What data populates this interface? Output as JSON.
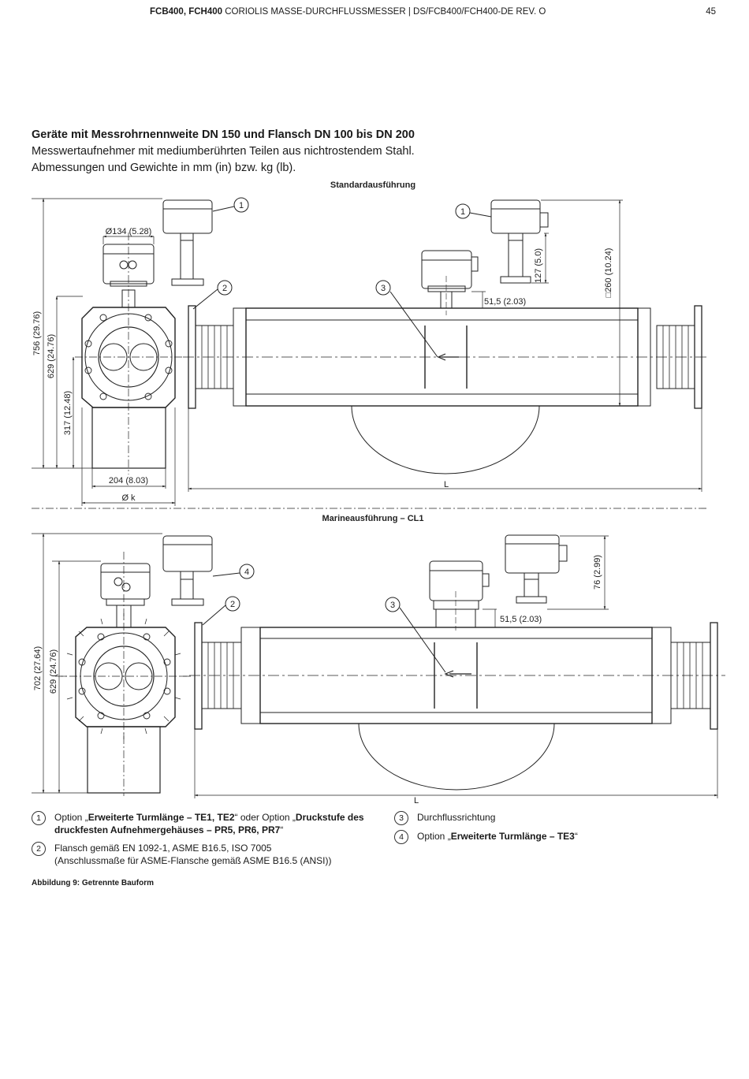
{
  "header": {
    "doc_bold": "FCB400, FCH400",
    "doc_rest": " CORIOLIS MASSE-DURCHFLUSSMESSER  |  DS/FCB400/FCH400-DE REV. O",
    "page_number": "45"
  },
  "section": {
    "title": "Geräte mit Messrohrnennweite DN 150 und Flansch DN 100 bis DN 200",
    "line1": "Messwertaufnehmer mit mediumberührten Teilen aus nichtrostendem Stahl.",
    "line2": "Abmessungen und Gewichte in mm (in) bzw. kg (lb)."
  },
  "drawing_top": {
    "label": "Standardausführung",
    "dims": {
      "d134": "Ø134 (5.28)",
      "h756": "756 (29.76)",
      "h629": "629 (24.76)",
      "h317": "317 (12.48)",
      "w204": "204 (8.03)",
      "dk": "Ø k",
      "h127": "127 (5.0)",
      "h260": "□260 (10.24)",
      "d515": "51,5 (2.03)",
      "L": "L"
    },
    "callouts": [
      "1",
      "2",
      "3",
      "1"
    ]
  },
  "drawing_bottom": {
    "label": "Marineausführung – CL1",
    "dims": {
      "h702": "702 (27.64)",
      "h629": "629 (24.76)",
      "h76": "76 (2.99)",
      "d515": "51,5 (2.03)",
      "L": "L"
    },
    "callouts": [
      "4",
      "2",
      "3"
    ]
  },
  "legend": [
    {
      "num": "1",
      "pre": "Option „",
      "b1": "Erweiterte Turmlänge – TE1, TE2",
      "mid": "“ oder Option „",
      "b2": "Druckstufe des druckfesten Aufnehmergehäuses – PR5, PR6, PR7",
      "post": "“"
    },
    {
      "num": "2",
      "line1": "Flansch gemäß EN 1092-1, ASME B16.5, ISO 7005",
      "line2": "(Anschlussmaße für ASME-Flansche gemäß ASME B16.5 (ANSI))"
    },
    {
      "num": "3",
      "text": "Durchflussrichtung"
    },
    {
      "num": "4",
      "pre": "Option „",
      "b1": "Erweiterte Turmlänge – TE3",
      "post": "“"
    }
  ],
  "caption": "Abbildung 9:  Getrennte Bauform"
}
